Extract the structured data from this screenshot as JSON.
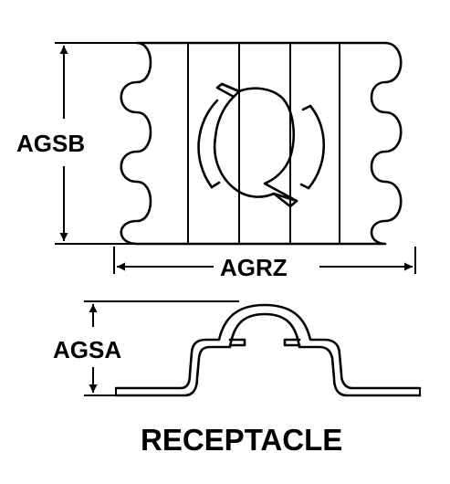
{
  "labels": {
    "height_top_view": "AGSB",
    "width_top_view": "AGRZ",
    "height_side_view": "AGSA",
    "caption": "RECEPTACLE"
  }
}
